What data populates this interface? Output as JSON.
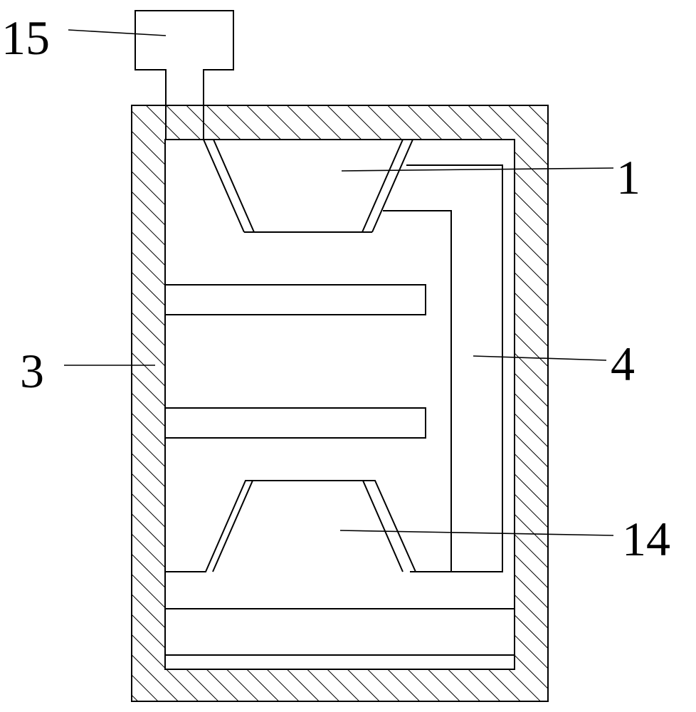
{
  "labels": {
    "l15": "15",
    "l1": "1",
    "l3": "3",
    "l4": "4",
    "l14": "14"
  }
}
